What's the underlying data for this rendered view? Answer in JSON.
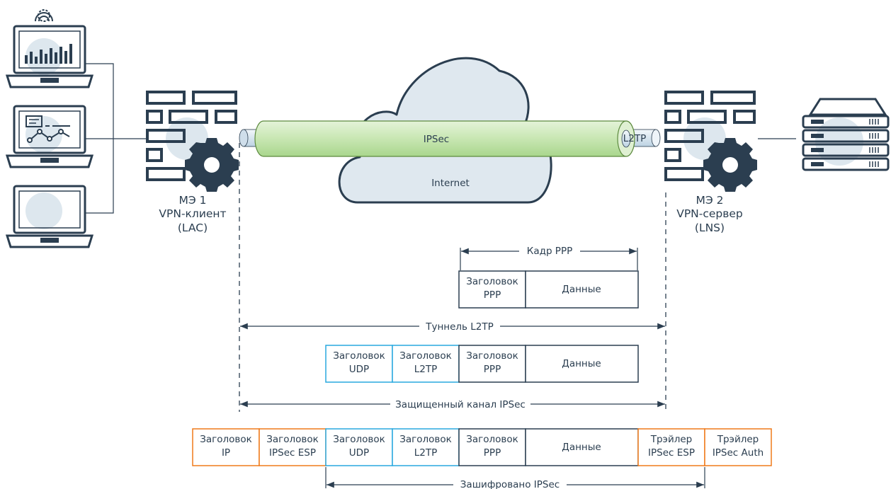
{
  "nodes": {
    "fw1": {
      "name": "МЭ 1",
      "role": "VPN-клиент",
      "mode": "(LAC)"
    },
    "fw2": {
      "name": "МЭ 2",
      "role": "VPN-сервер",
      "mode": "(LNS)"
    },
    "tunnel": {
      "outer": "IPSec",
      "inner": "L2TP"
    },
    "cloud": "Internet"
  },
  "dimensions": {
    "ppp_frame": "Кадр PPP",
    "l2tp_tunnel": "Туннель L2TP",
    "ipsec_channel": "Защищенный канал IPSec",
    "encrypted": "Зашифровано IPSec"
  },
  "packets": {
    "row1": {
      "ppp_header": [
        "Заголовок",
        "PPP"
      ],
      "data": "Данные"
    },
    "row2": {
      "udp_header": [
        "Заголовок",
        "UDP"
      ],
      "l2tp_header": [
        "Заголовок",
        "L2TP"
      ],
      "ppp_header": [
        "Заголовок",
        "PPP"
      ],
      "data": "Данные"
    },
    "row3": {
      "ip_header": [
        "Заголовок",
        "IP"
      ],
      "esp_header": [
        "Заголовок",
        "IPSec ESP"
      ],
      "udp_header": [
        "Заголовок",
        "UDP"
      ],
      "l2tp_header": [
        "Заголовок",
        "L2TP"
      ],
      "ppp_header": [
        "Заголовок",
        "PPP"
      ],
      "data": "Данные",
      "esp_trailer": [
        "Трэйлер",
        "IPSec ESP"
      ],
      "auth_trailer": [
        "Трэйлер",
        "IPSec Auth"
      ]
    }
  },
  "colors": {
    "navy": "#2b3e50",
    "cyan": "#29a9df",
    "orange": "#ef7a1a",
    "tube_green": "#c9e7b5",
    "light_bg": "#dde7ee"
  }
}
